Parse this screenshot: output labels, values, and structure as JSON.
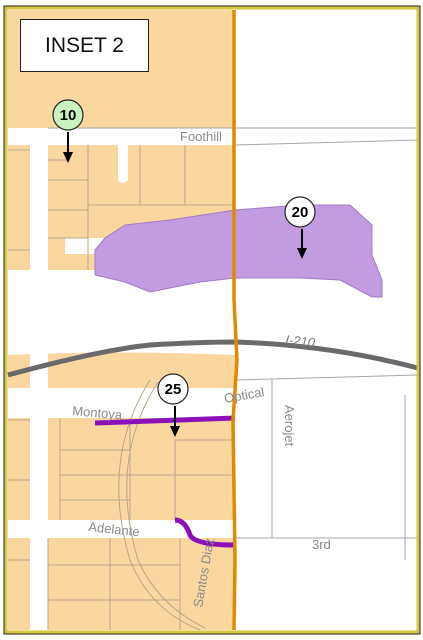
{
  "map": {
    "inset_title": "INSET 2",
    "colors": {
      "parcel_fill": "#fbd7a0",
      "parcel_line": "#b9a58a",
      "boundary": "#e08a00",
      "frame": "#d8c640",
      "highlight_area": "#c29be0",
      "highlight_road": "#8a10b8",
      "highway": "#6a6a6a",
      "marker_green": "#c8f3c0"
    },
    "streets": {
      "foothill": "Foothill",
      "montoya": "Montoya",
      "optical": "Optical",
      "aerojet": "Aerojet",
      "adelante": "Adelante",
      "santos_diaz": "Santos Diaz",
      "third": "3rd"
    },
    "highway": "I-210",
    "markers": [
      {
        "label": "10",
        "icon": "down-arrow-icon"
      },
      {
        "label": "20",
        "icon": "down-arrow-icon"
      },
      {
        "label": "25",
        "icon": "down-arrow-icon"
      }
    ]
  }
}
